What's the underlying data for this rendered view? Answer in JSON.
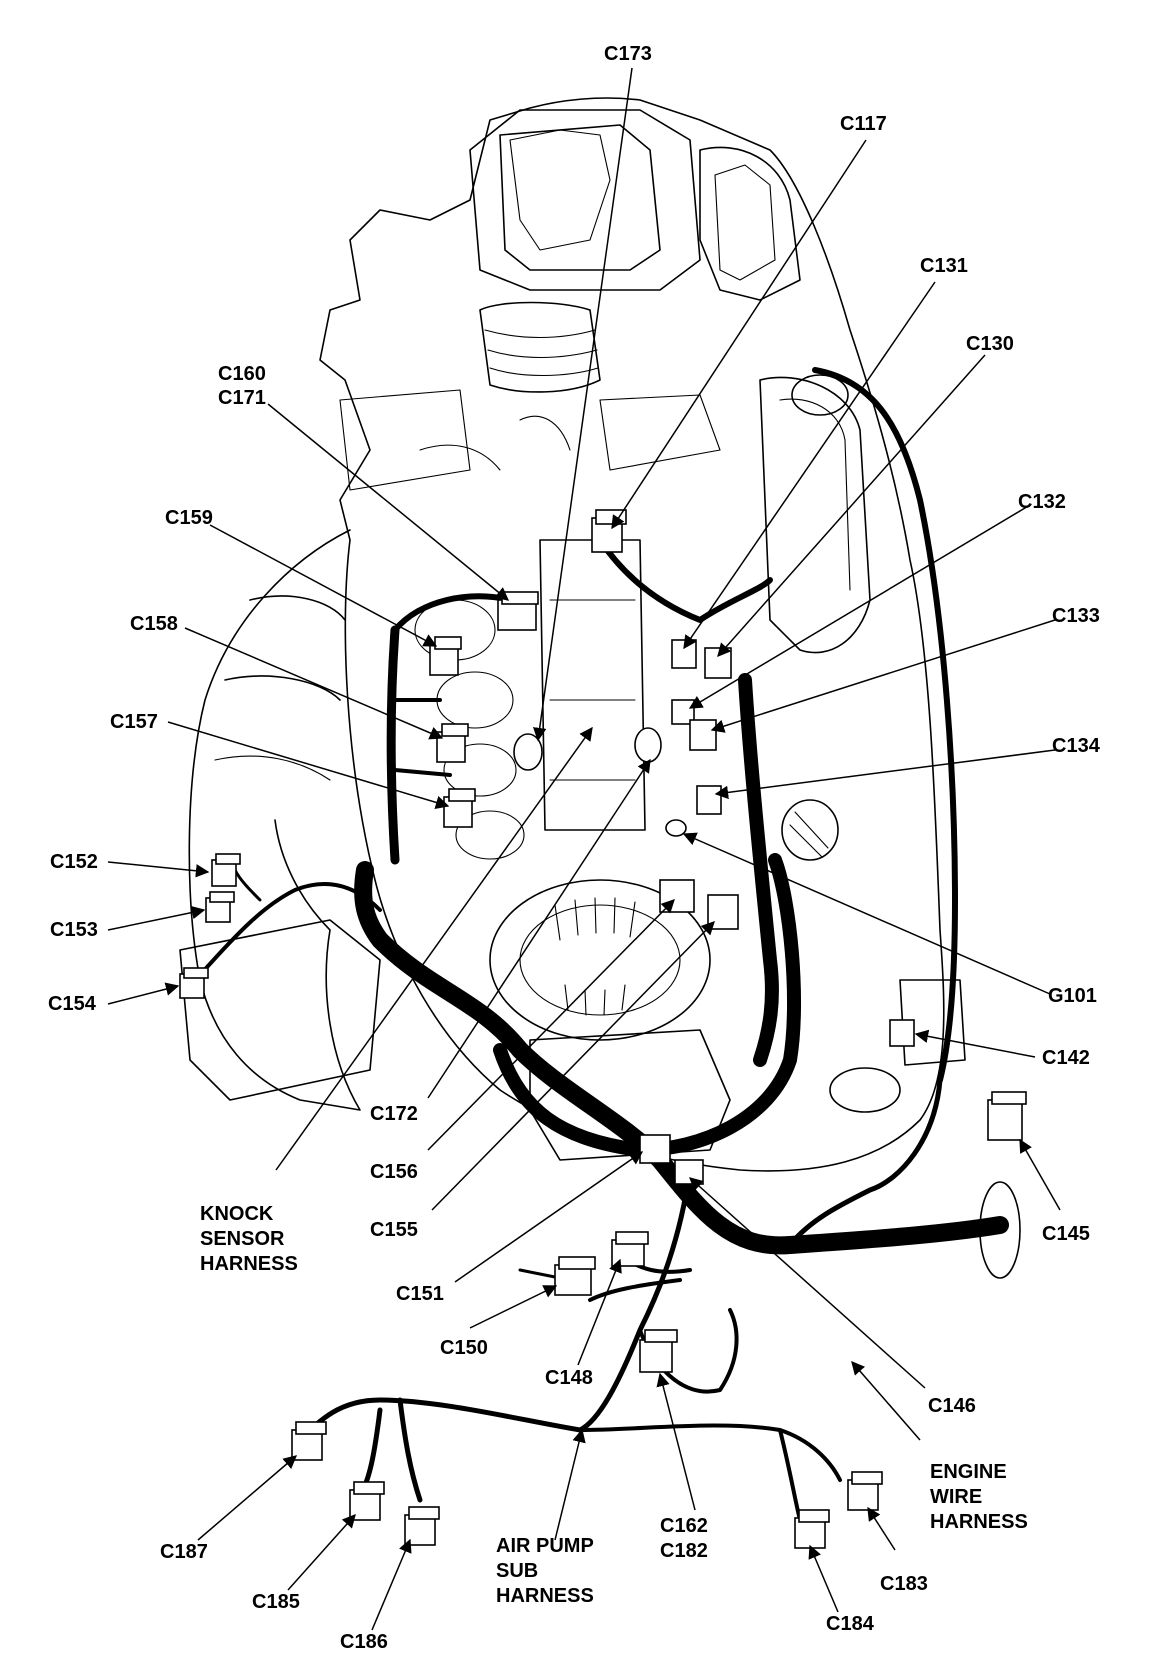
{
  "labels": {
    "c173": "C173",
    "c117": "C117",
    "c131": "C131",
    "c130": "C130",
    "c160": "C160",
    "c171": "C171",
    "c132": "C132",
    "c159": "C159",
    "c133": "C133",
    "c158": "C158",
    "c134": "C134",
    "c157": "C157",
    "c152": "C152",
    "c153": "C153",
    "c154": "C154",
    "g101": "G101",
    "c142": "C142",
    "c172": "C172",
    "c145": "C145",
    "c156": "C156",
    "c155": "C155",
    "knock_1": "KNOCK",
    "knock_2": "SENSOR",
    "knock_3": "HARNESS",
    "c151": "C151",
    "c150": "C150",
    "c148": "C148",
    "c146": "C146",
    "engine_1": "ENGINE",
    "engine_2": "WIRE",
    "engine_3": "HARNESS",
    "c162": "C162",
    "c182": "C182",
    "c187": "C187",
    "air_1": "AIR PUMP",
    "air_2": "SUB",
    "air_3": "HARNESS",
    "c183": "C183",
    "c185": "C185",
    "c184": "C184",
    "c186": "C186"
  }
}
